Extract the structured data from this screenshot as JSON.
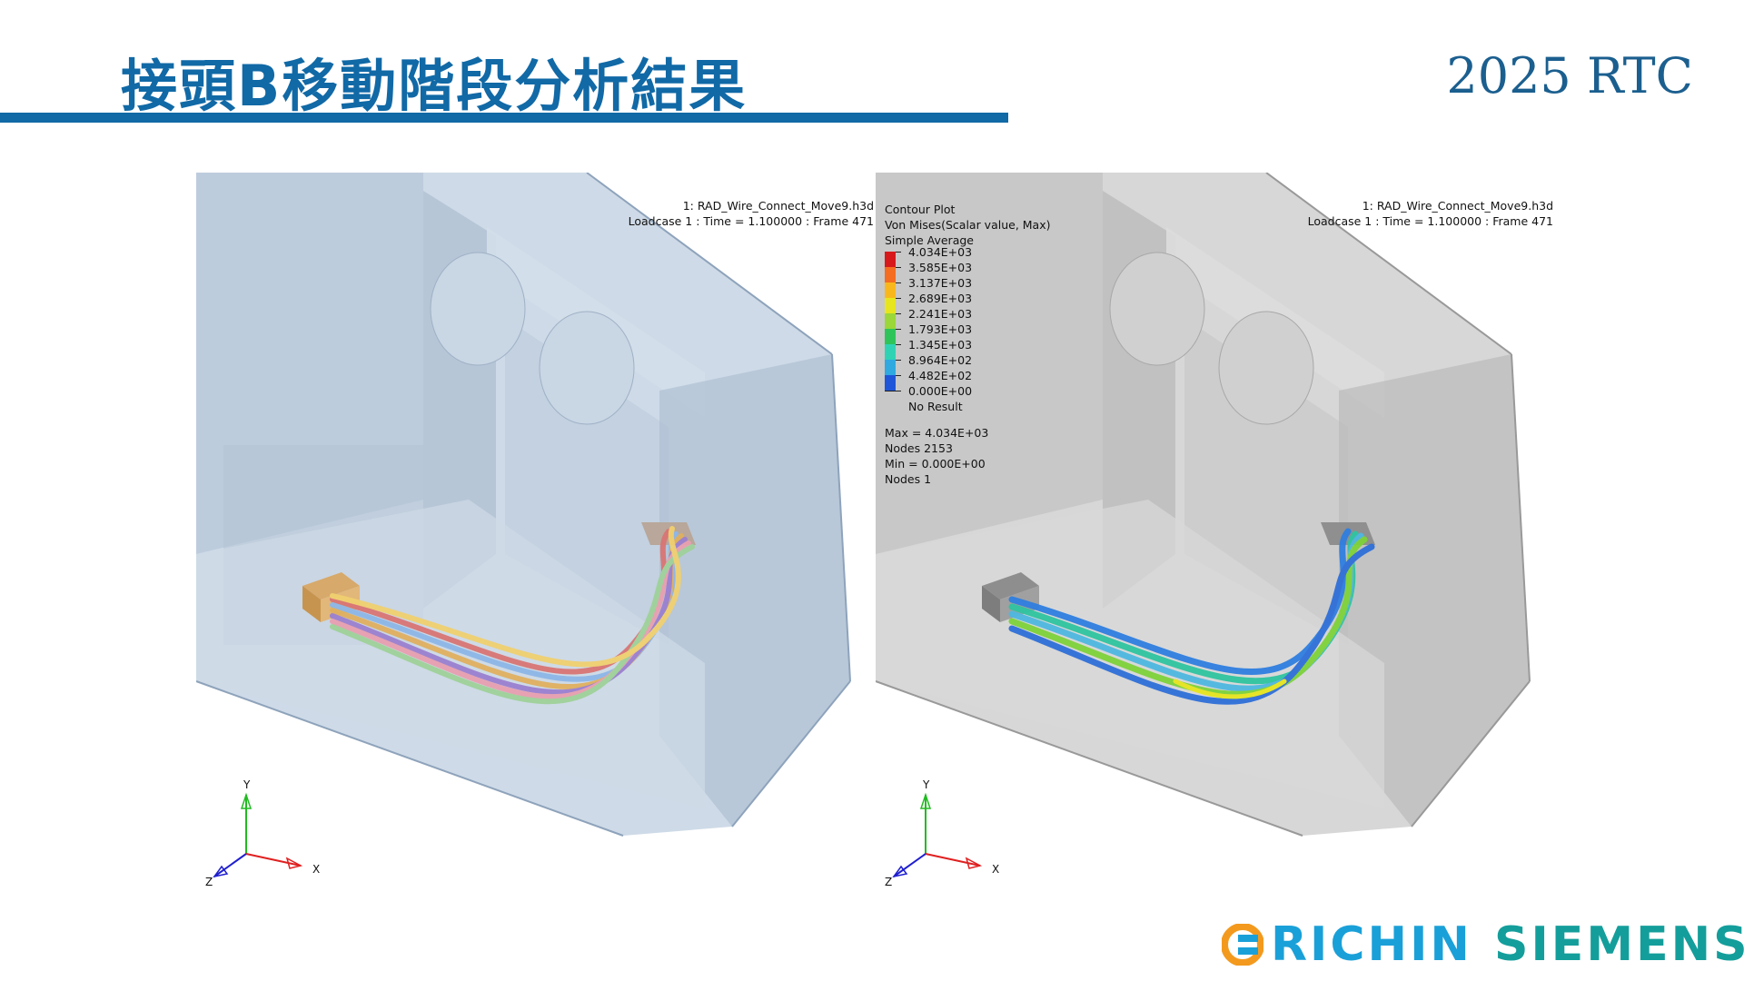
{
  "slide": {
    "title": "接頭B移動階段分析結果",
    "year_tag": "2025 RTC",
    "accent_color": "#1169a6"
  },
  "left_panel": {
    "file_name": "1: RAD_Wire_Connect_Move9.h3d",
    "loadcase": "Loadcase 1 : Time = 1.100000 : Frame 471",
    "axes": {
      "x": "X",
      "y": "Y",
      "z": "Z"
    }
  },
  "right_panel": {
    "file_name": "1: RAD_Wire_Connect_Move9.h3d",
    "loadcase": "Loadcase 1 : Time = 1.100000 : Frame 471",
    "legend": {
      "title": "Contour Plot",
      "quantity": "Von Mises(Scalar value, Max)",
      "averaging": "Simple Average",
      "levels": [
        {
          "label": "4.034E+03",
          "color": "#d7191c"
        },
        {
          "label": "3.585E+03",
          "color": "#f46d21"
        },
        {
          "label": "3.137E+03",
          "color": "#f8b81d"
        },
        {
          "label": "2.689E+03",
          "color": "#e7e51f"
        },
        {
          "label": "2.241E+03",
          "color": "#9bd63a"
        },
        {
          "label": "1.793E+03",
          "color": "#2fc45a"
        },
        {
          "label": "1.345E+03",
          "color": "#2fd3b4"
        },
        {
          "label": "8.964E+02",
          "color": "#2fa9e0"
        },
        {
          "label": "4.482E+02",
          "color": "#1f55d8"
        },
        {
          "label": "0.000E+00",
          "color": "#1a1aa0"
        }
      ],
      "no_result": "No Result",
      "max_text": "Max =  4.034E+03",
      "max_nodes": "Nodes 2153",
      "min_text": "Min =  0.000E+00",
      "min_nodes": "Nodes 1"
    },
    "axes": {
      "x": "X",
      "y": "Y",
      "z": "Z"
    }
  },
  "footer": {
    "logo_richin": "RICHIN",
    "logo_siemens": "SIEMENS"
  }
}
